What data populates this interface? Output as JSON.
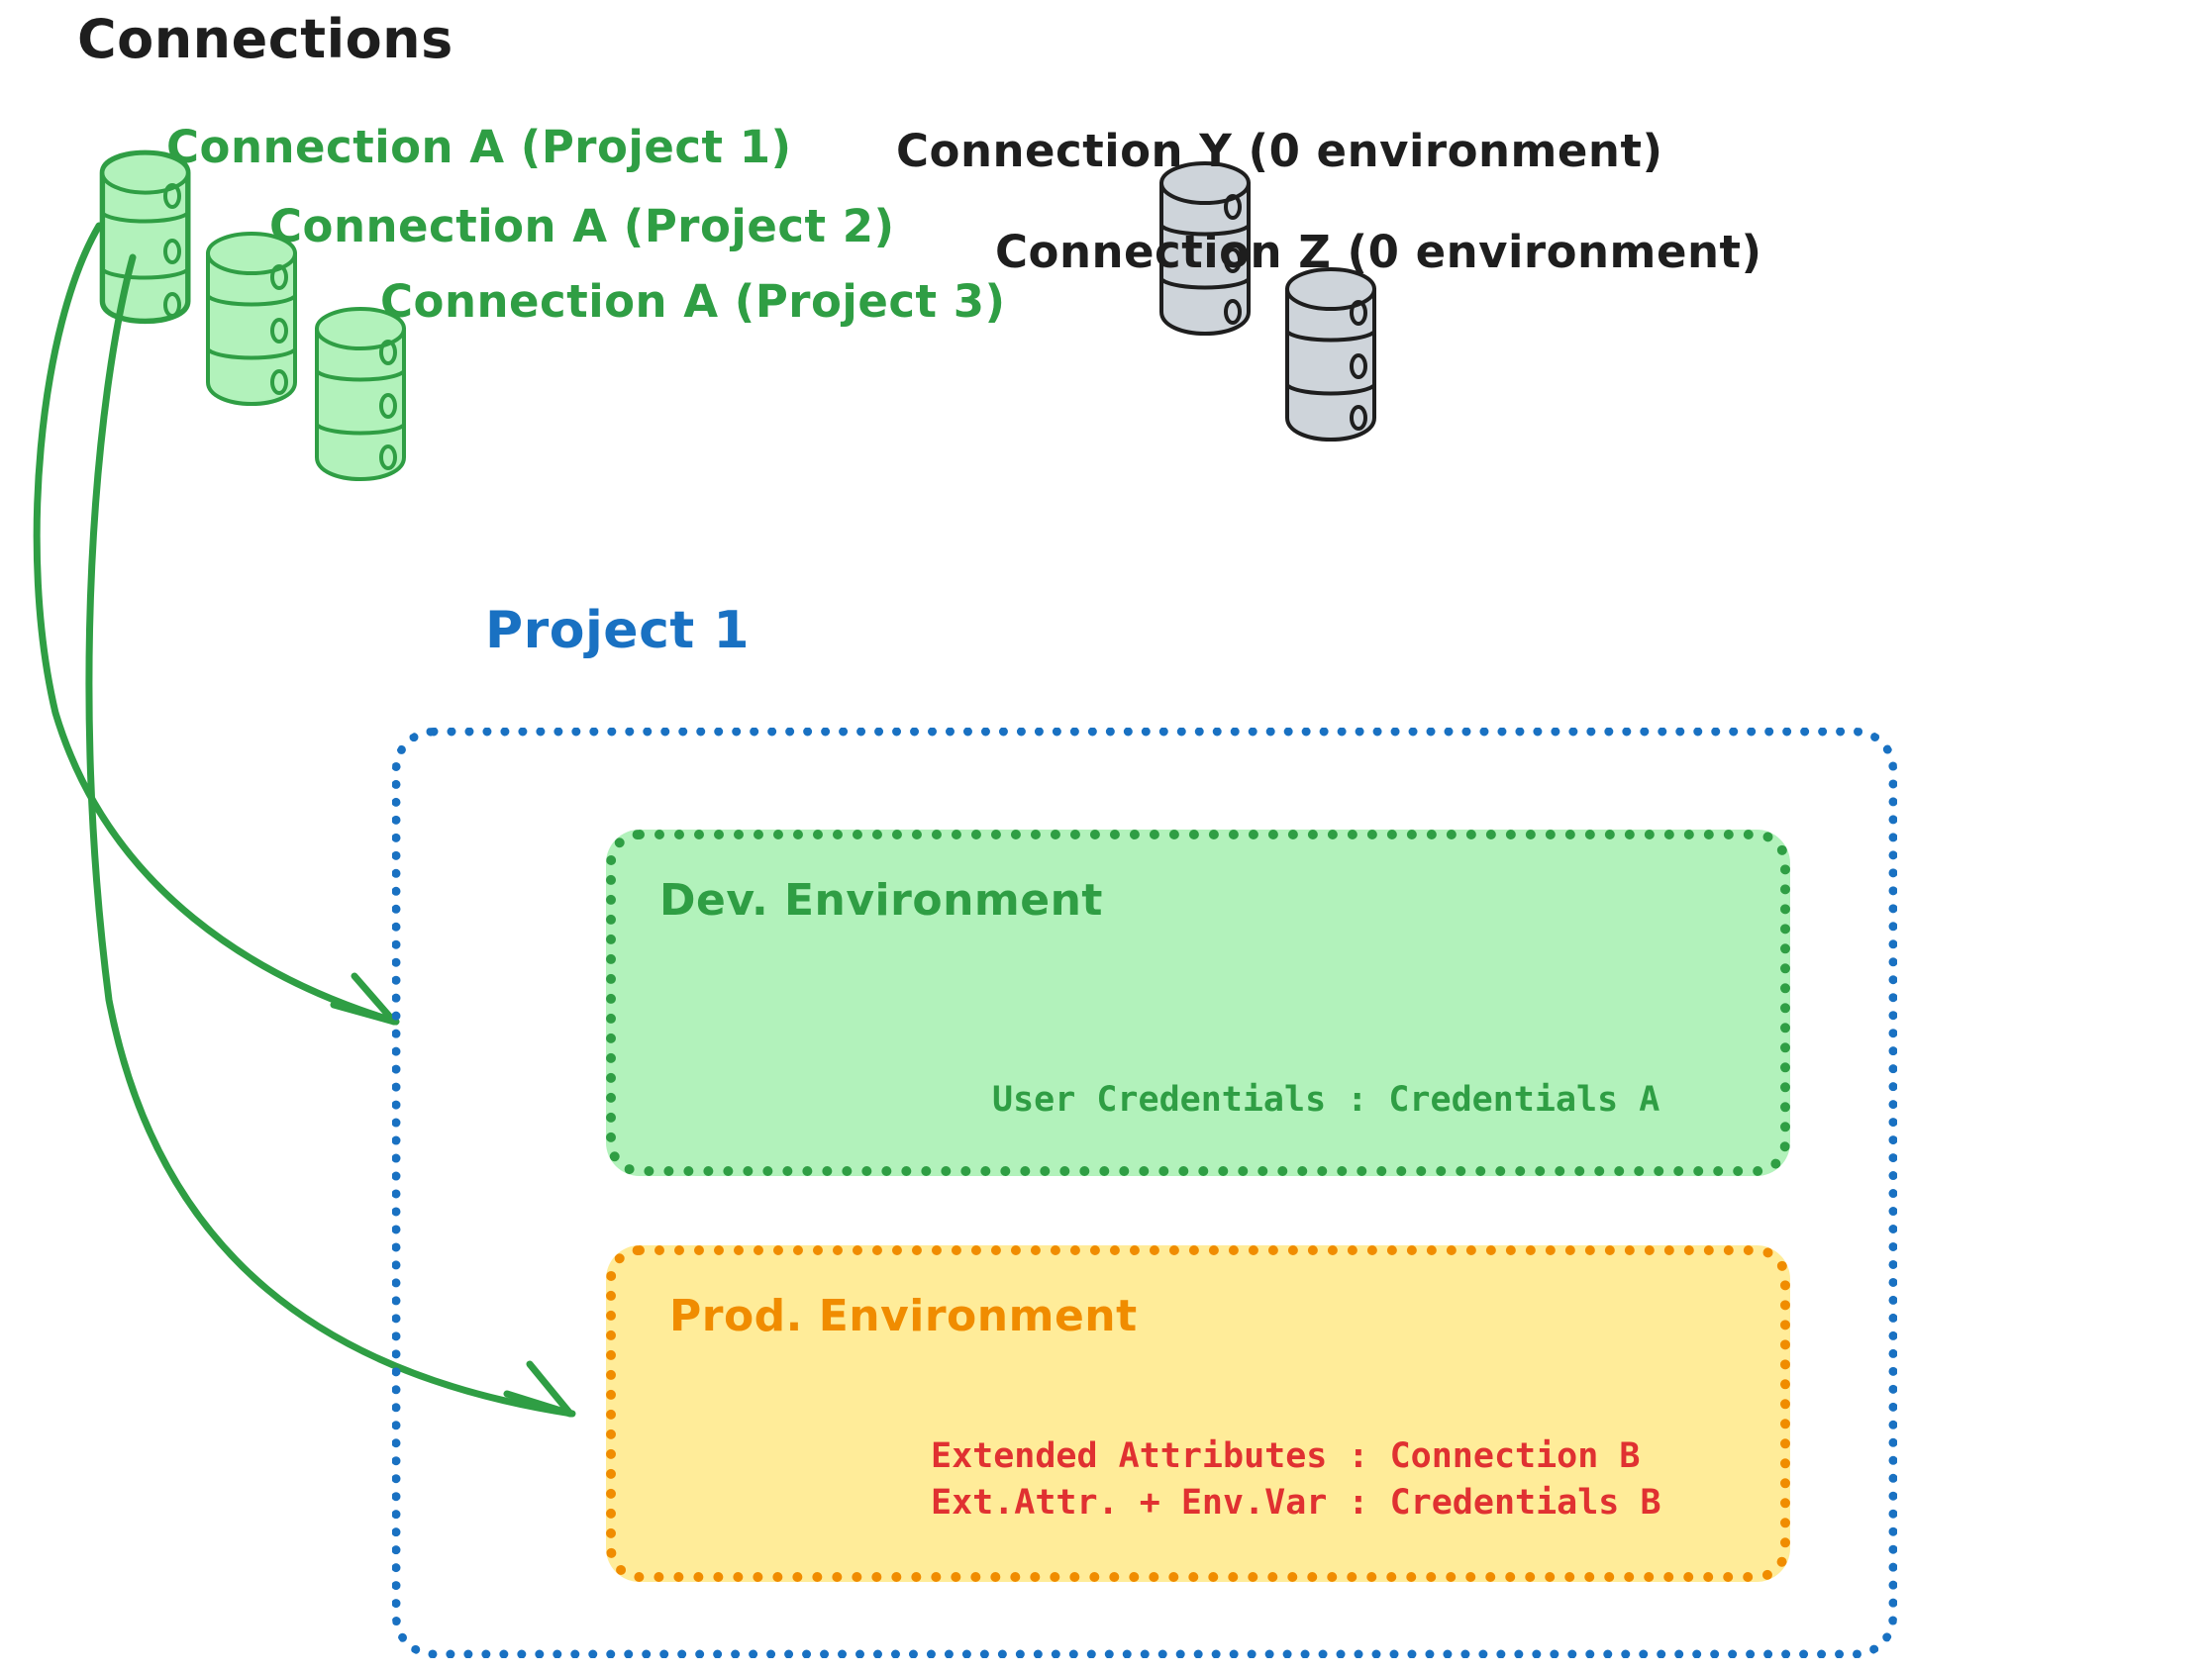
{
  "diagram": {
    "title": "Connections",
    "background_color": "#ffffff",
    "palette": {
      "green_stroke": "#2f9e44",
      "green_fill": "#b2f2bb",
      "grey_stroke": "#1e1e1e",
      "grey_fill": "#ced4da",
      "blue_stroke": "#1971c2",
      "orange_stroke": "#f08c00",
      "yellow_fill": "#ffec99",
      "red_text": "#e03131",
      "black_text": "#1e1e1e"
    }
  },
  "connections": {
    "heading": "Connections",
    "green_databases": [
      {
        "label": "Connection A (Project 1)",
        "icon": "database-icon",
        "color": "#2f9e44"
      },
      {
        "label": "Connection A (Project 2)",
        "icon": "database-icon",
        "color": "#2f9e44"
      },
      {
        "label": "Connection A (Project 3)",
        "icon": "database-icon",
        "color": "#2f9e44"
      }
    ],
    "grey_databases": [
      {
        "label": "Connection Y (0 environment)",
        "icon": "database-icon",
        "color": "#1e1e1e"
      },
      {
        "label": "Connection Z (0 environment)",
        "icon": "database-icon",
        "color": "#1e1e1e"
      }
    ]
  },
  "project": {
    "title": "Project 1",
    "title_color": "#1971c2",
    "border_style": "dotted",
    "environments": [
      {
        "name": "Dev. Environment",
        "title_color": "#2f9e44",
        "fill": "#b2f2bb",
        "border": "#2f9e44",
        "lines": [
          "User Credentials : Credentials A"
        ],
        "lines_text": "User Credentials : Credentials A",
        "lines_color": "#2f9e44"
      },
      {
        "name": "Prod. Environment",
        "title_color": "#f08c00",
        "fill": "#ffec99",
        "border": "#f08c00",
        "lines": [
          "Extended Attributes : Connection B",
          "Ext.Attr. + Env.Var : Credentials B"
        ],
        "lines_text": "Extended Attributes : Connection B\nExt.Attr. + Env.Var : Credentials B",
        "lines_color": "#e03131"
      }
    ]
  },
  "arrows": [
    {
      "name": "arrow-connection-a-to-dev",
      "from": "Connection A (Project 1)",
      "to": "Dev. Environment",
      "color": "#2f9e44"
    },
    {
      "name": "arrow-connection-a-to-prod",
      "from": "Connection A (Project 1)",
      "to": "Prod. Environment",
      "color": "#2f9e44"
    }
  ]
}
